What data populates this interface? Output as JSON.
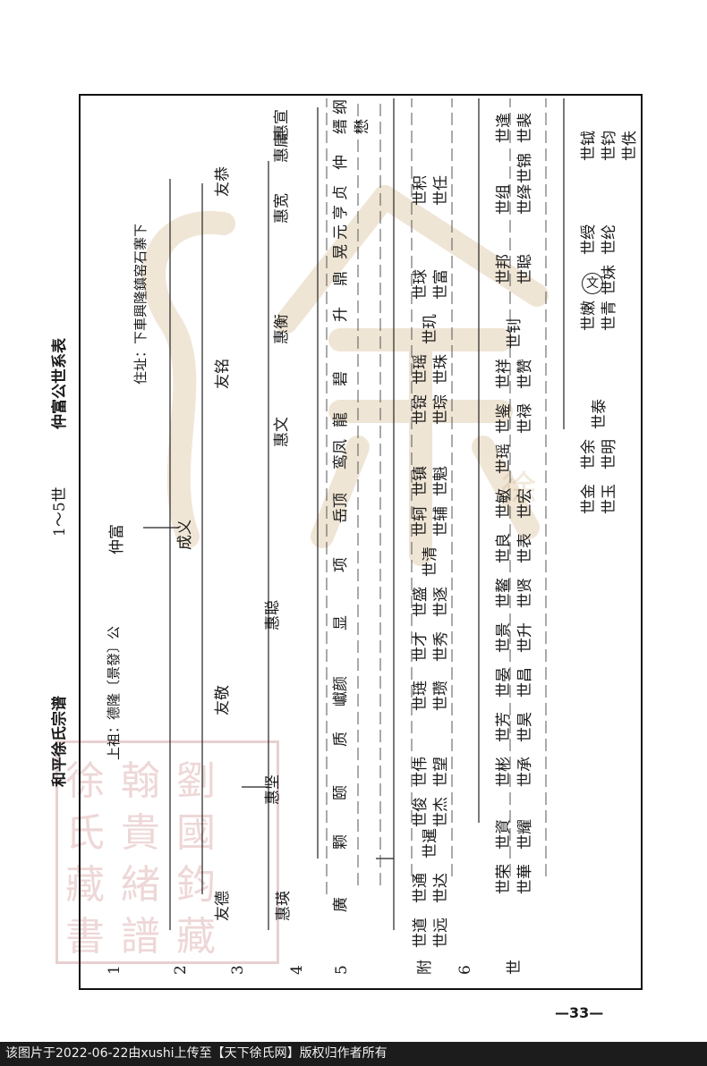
{
  "header": {
    "book_title": "和平徐氏宗谱",
    "gen_range": "1～5世",
    "table_title": "仲富公世系表"
  },
  "ancestor_line": "上祖：德隆〔景發〕公",
  "residence_line": "住址：下車興隆鎮窑石寨下",
  "generation_labels": [
    "1",
    "2",
    "3",
    "4",
    "5",
    "附",
    "6",
    "世"
  ],
  "names": {
    "g1": "仲富",
    "g2": "成义",
    "g3": [
      "友德",
      "友敬",
      "友铭",
      "友恭"
    ],
    "g4": [
      "惠瑛",
      "惠坚",
      "惠聪",
      "惠文",
      "惠衡",
      "惠宽",
      "惠庸",
      "惠宣"
    ],
    "g5": [
      "廣",
      "颗",
      "颐",
      "质",
      "巘颜",
      "显",
      "项",
      "岳顶",
      "鸾凤",
      "龍",
      "碧",
      "升",
      "鼎",
      "晃",
      "元",
      "亨",
      "贞",
      "仲",
      "缙",
      "纲",
      "懋"
    ],
    "fu": [
      "世道",
      "世远",
      "世通",
      "世达",
      "世暹",
      "世俊",
      "世杰",
      "世伟",
      "世望",
      "世琏",
      "世瓒",
      "世才",
      "世秀",
      "世盛",
      "世逐",
      "世清",
      "世轲",
      "世辅",
      "世镇",
      "世魁",
      "世锭",
      "世琮",
      "世瑶",
      "世珠",
      "世玑",
      "世球",
      "世富",
      "世积",
      "世任"
    ],
    "g6": [
      "世荣",
      "世華",
      "世資",
      "世耀",
      "世彬",
      "世承",
      "世芳",
      "世昊",
      "世晏",
      "世昌",
      "世景",
      "世升",
      "世鳌",
      "世贤",
      "世良",
      "世表",
      "世敏",
      "世宏",
      "世瑶",
      "世鉴",
      "世禄",
      "世祥",
      "世赞",
      "世钊",
      "世邦",
      "世聪",
      "世组",
      "世绎",
      "世逢",
      "世裴",
      "世锦"
    ],
    "g7": [
      "世金",
      "世玉",
      "世余",
      "世明",
      "世泰",
      "世嫩",
      "世青",
      "世妹",
      "世绶",
      "世纶",
      "世钺",
      "世钧",
      "世佚"
    ],
    "g7_note": "文"
  },
  "page_number": "—33—",
  "watermark_glyph": "徐",
  "stamp_chars": [
    "徐",
    "氏",
    "藏",
    "書",
    "翰",
    "貴",
    "緒",
    "譜",
    "劉",
    "國",
    "鈞",
    "藏"
  ],
  "footer": "该图片于2022-06-22由xushi上传至【天下徐氏网】版权归作者所有"
}
